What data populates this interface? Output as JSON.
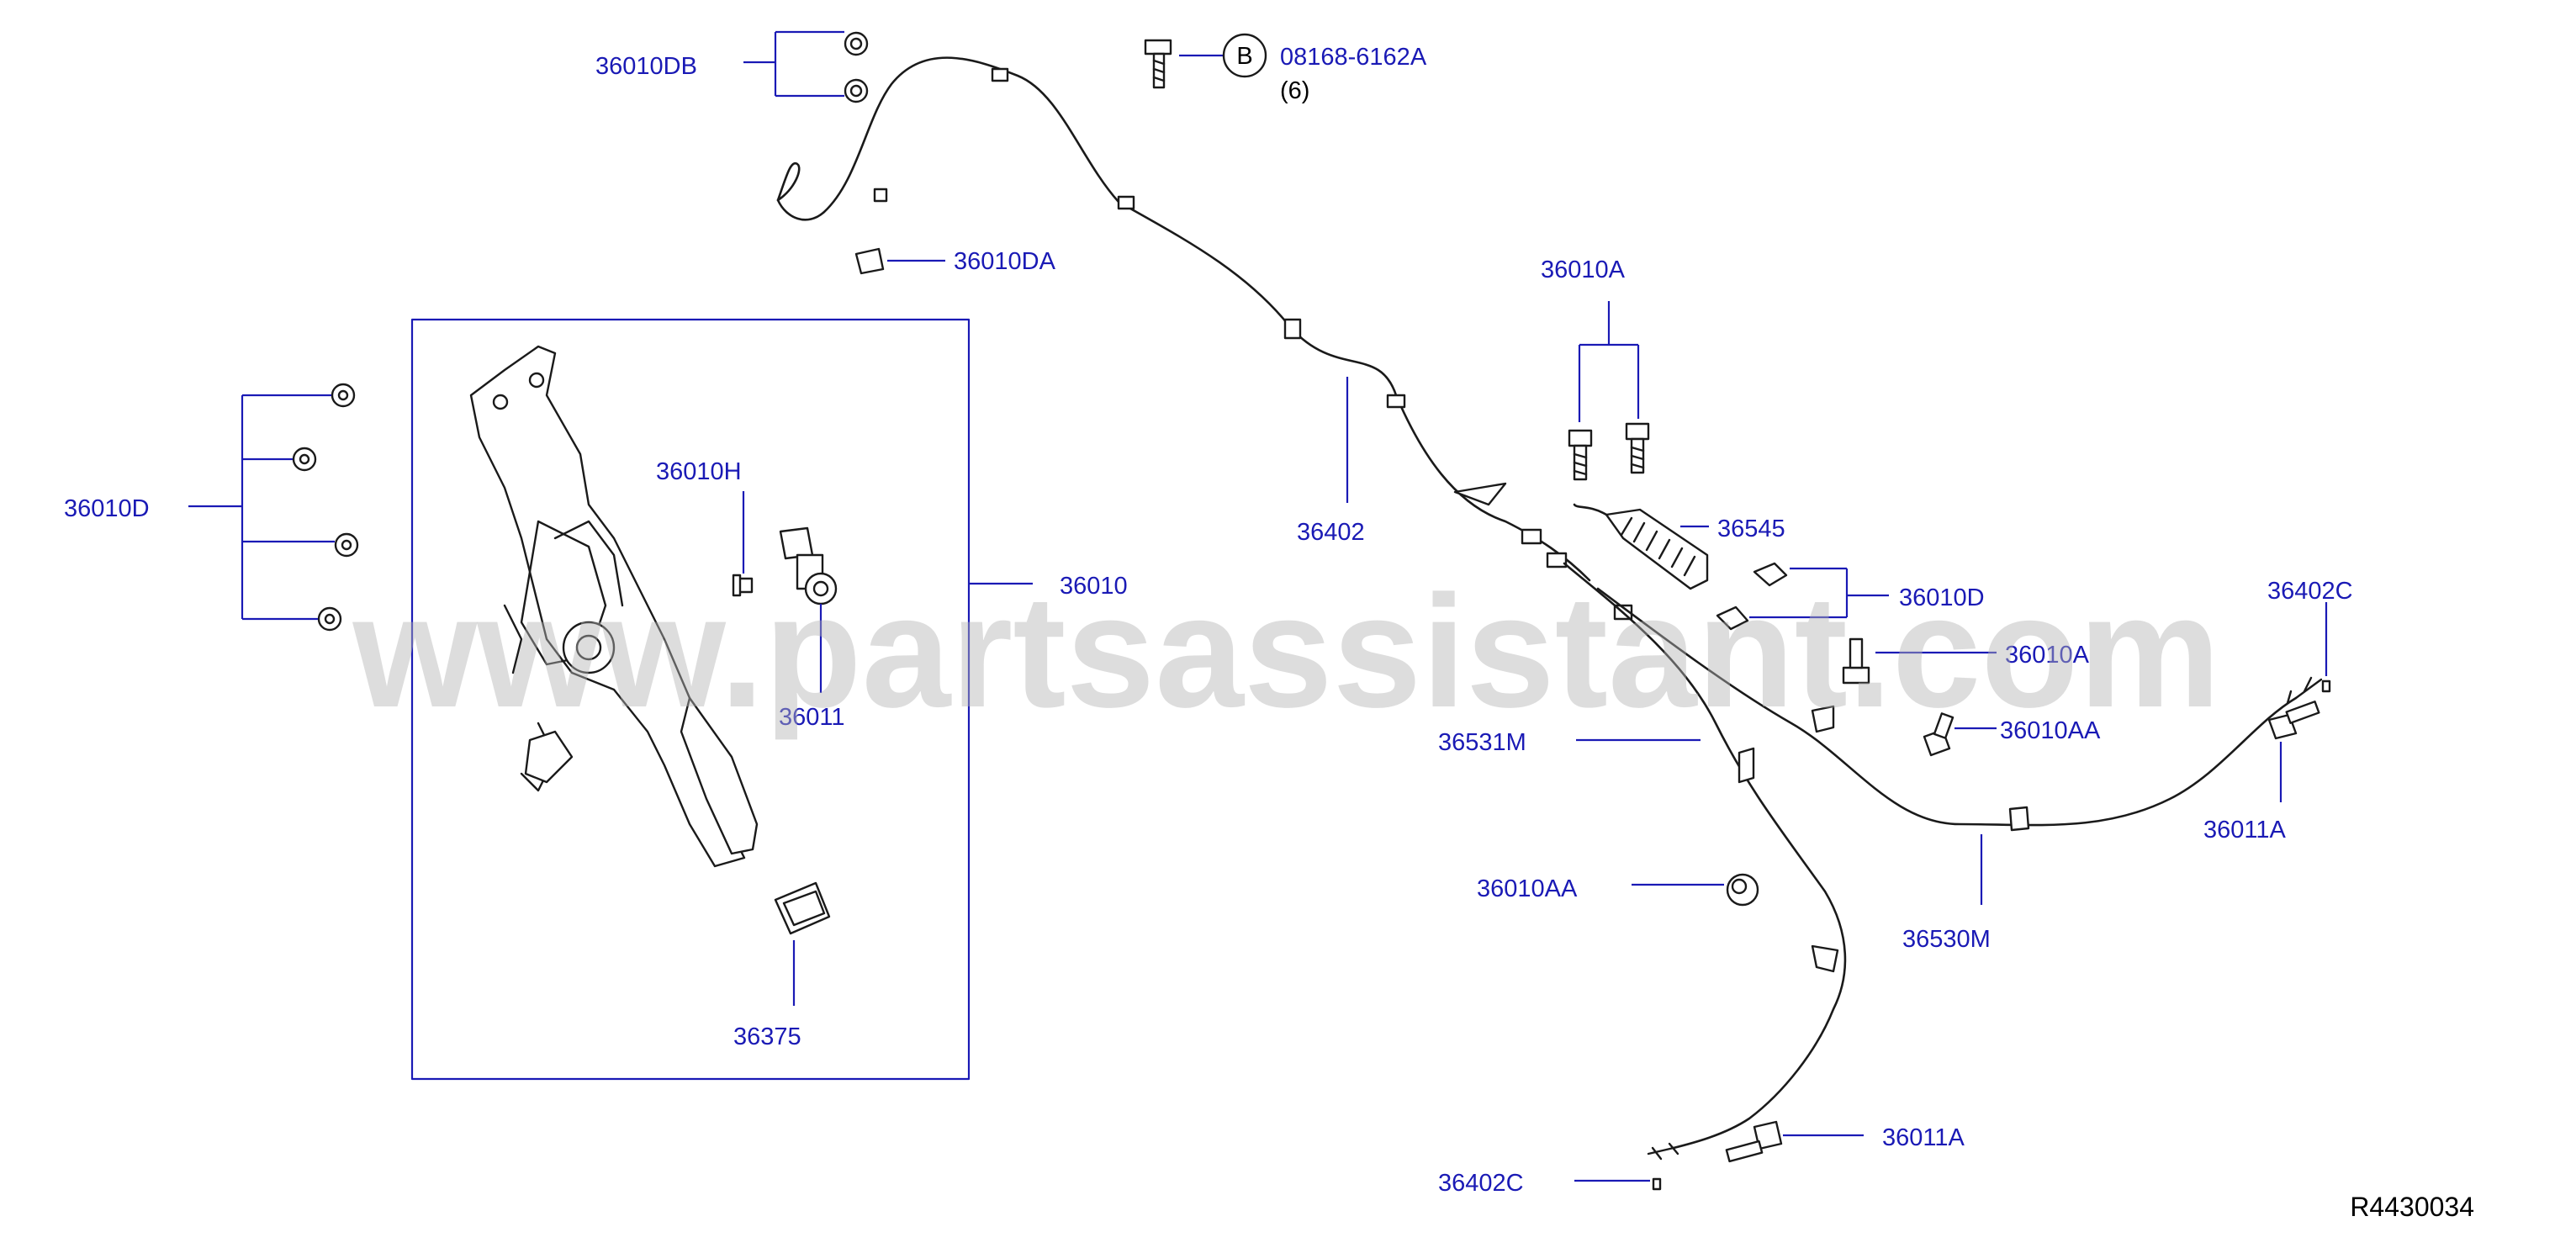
{
  "watermark": "www.partsassistant.com",
  "reference_code": "R4430034",
  "bolt_callout": {
    "badge": "B",
    "part_number": "08168-6162A",
    "quantity": "(6)"
  },
  "labels": {
    "p36010DB": "36010DB",
    "p36010DA": "36010DA",
    "p36010D_left": "36010D",
    "p36010H": "36010H",
    "p36011": "36011",
    "p36010": "36010",
    "p36375": "36375",
    "p36402": "36402",
    "p36010A_top": "36010A",
    "p36545": "36545",
    "p36010D_right": "36010D",
    "p36010A_right": "36010A",
    "p36010AA_right": "36010AA",
    "p36402C_right": "36402C",
    "p36011A_right": "36011A",
    "p36531M": "36531M",
    "p36010AA_mid": "36010AA",
    "p36530M": "36530M",
    "p36011A_bottom": "36011A",
    "p36402C_bottom": "36402C"
  }
}
